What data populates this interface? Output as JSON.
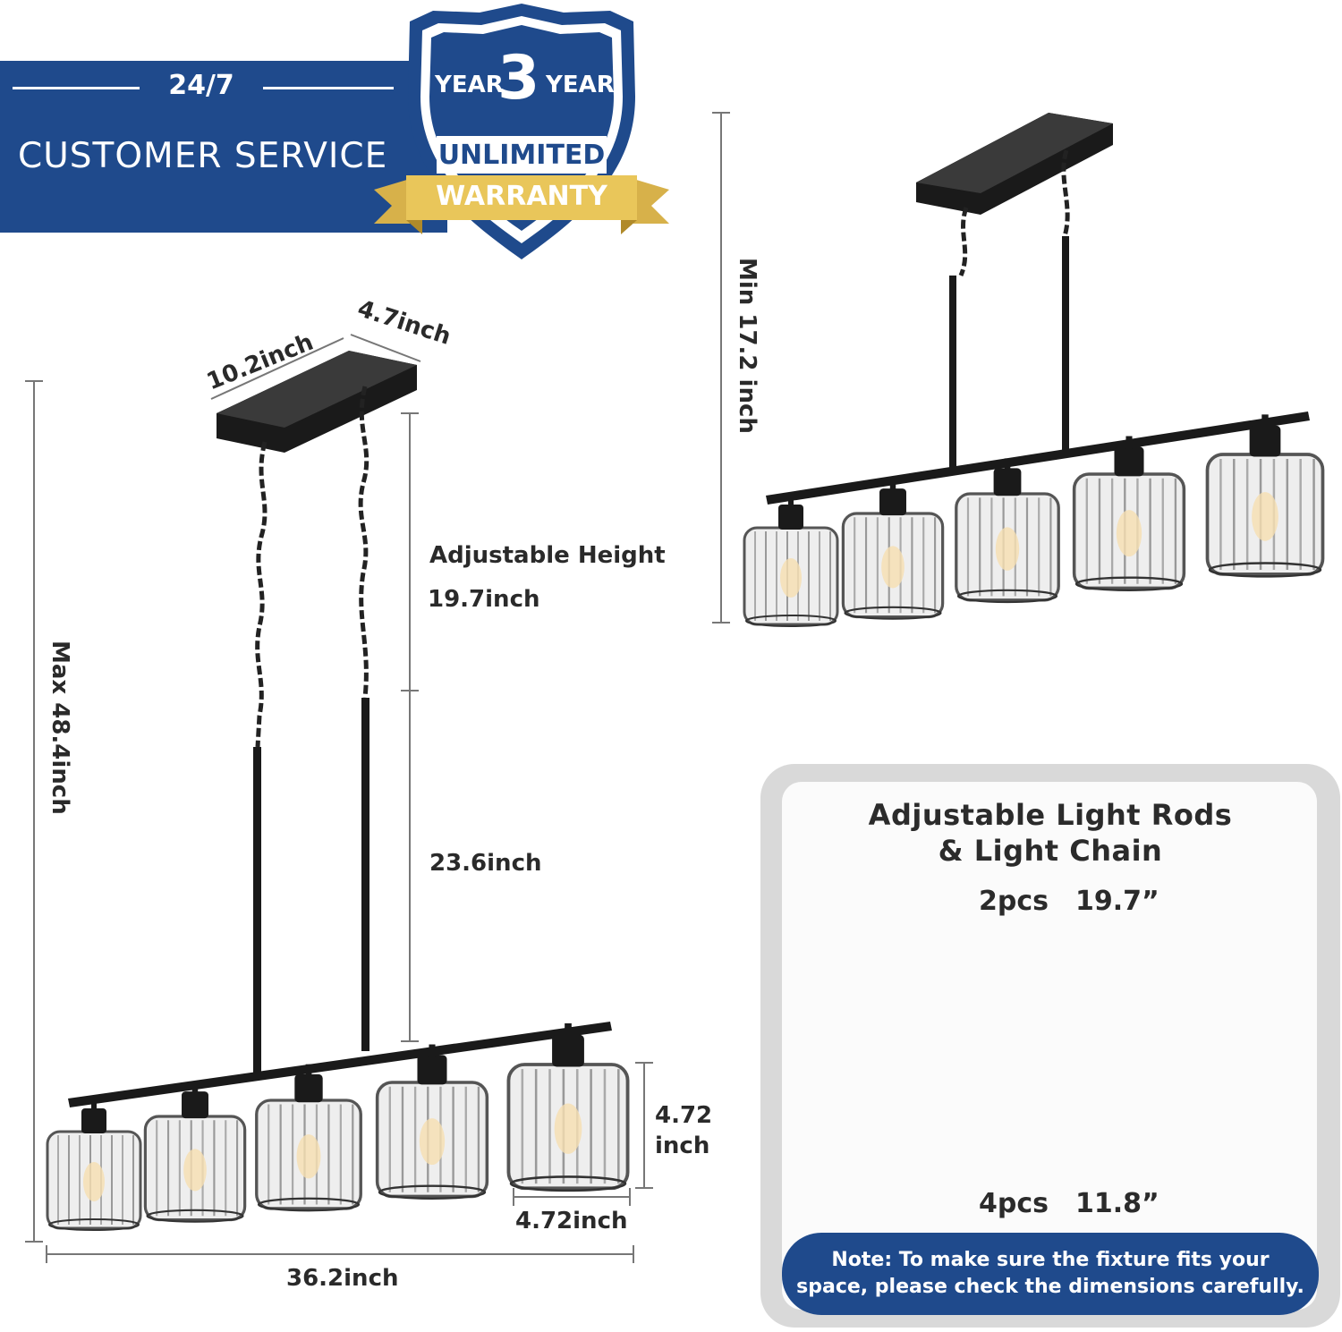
{
  "banner": {
    "hours": "24/7",
    "title": "CUSTOMER SERVICE"
  },
  "badge": {
    "year_left": "YEAR",
    "year_number": "3",
    "year_right": "YEAR",
    "unlimited": "UNLIMITED",
    "warranty": "WARRANTY"
  },
  "dimensions": {
    "canopy_length": "10.2inch",
    "canopy_width": "4.7inch",
    "adjustable_height_label": "Adjustable Height",
    "adjustable_height_value": "19.7inch",
    "rod_length": "23.6inch",
    "max_height": "Max 48.4inch",
    "min_height": "Min 17.2 inch",
    "shade_height_value": "4.72",
    "shade_height_unit": "inch",
    "shade_width": "4.72inch",
    "total_length": "36.2inch"
  },
  "panel": {
    "title_line1": "Adjustable Light Rods",
    "title_line2": "& Light Chain",
    "chain_qty": "2pcs",
    "chain_len": "19.7”",
    "rod_qty": "4pcs",
    "rod_len": "11.8”",
    "note_line1": "Note: To make sure the fixture fits your",
    "note_line2": "space, please check the dimensions carefully."
  },
  "colors": {
    "brand_blue": "#1f4a8c",
    "gold": "#e9c65a",
    "fixture_black": "#1a1a1a"
  },
  "icons": [
    "warranty-shield-icon",
    "chain-icon",
    "rod-icon",
    "crystal-shade-icon"
  ]
}
